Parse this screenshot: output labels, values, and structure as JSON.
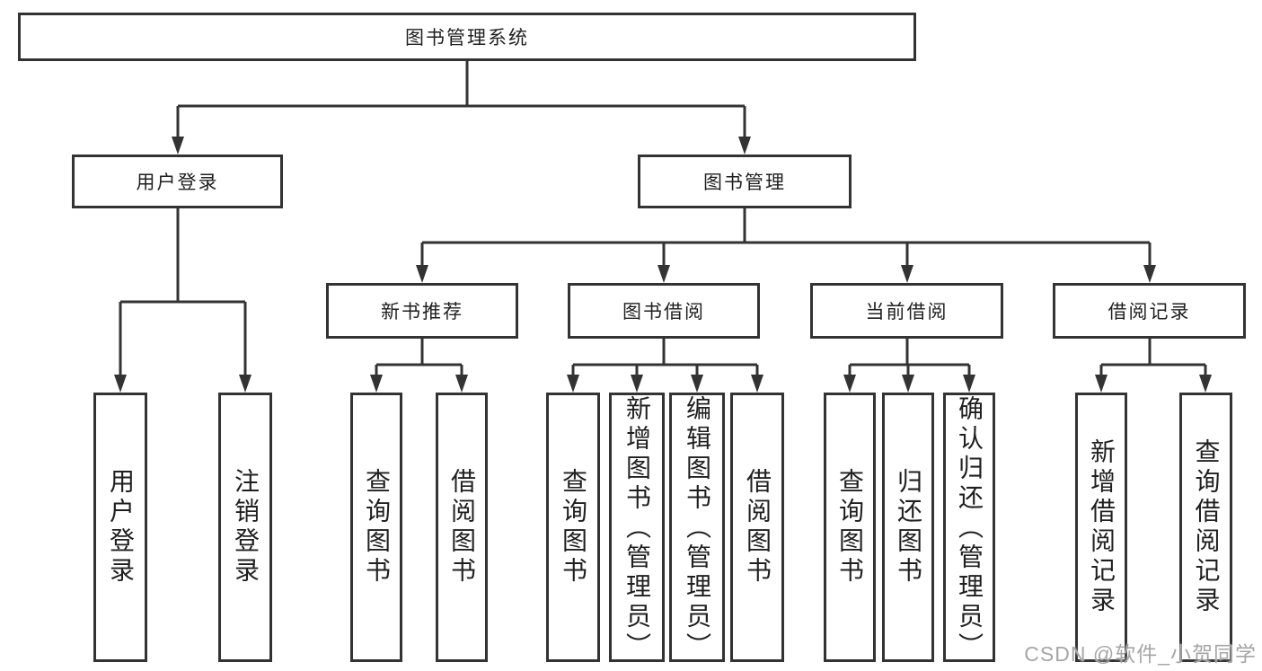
{
  "tree": {
    "root": {
      "label": "图书管理系统"
    },
    "branches": [
      {
        "label": "用户登录",
        "children": [
          {
            "label": "用户登录"
          },
          {
            "label": "注销登录"
          }
        ]
      },
      {
        "label": "图书管理",
        "children": [
          {
            "label": "新书推荐",
            "children": [
              {
                "label": "查询图书"
              },
              {
                "label": "借阅图书"
              }
            ]
          },
          {
            "label": "图书借阅",
            "children": [
              {
                "label": "查询图书"
              },
              {
                "label": "新增图书（管理员）"
              },
              {
                "label": "编辑图书（管理员）"
              },
              {
                "label": "借阅图书"
              }
            ]
          },
          {
            "label": "当前借阅",
            "children": [
              {
                "label": "查询图书"
              },
              {
                "label": "归还图书"
              },
              {
                "label": "确认归还（管理员）"
              }
            ]
          },
          {
            "label": "借阅记录",
            "children": [
              {
                "label": "新增借阅记录"
              },
              {
                "label": "查询借阅记录"
              }
            ]
          }
        ]
      }
    ]
  },
  "watermark": "CSDN @软件_小贺同学",
  "colors": {
    "line": "#333333",
    "box_border": "#333333",
    "text": "#1f1f1f",
    "watermark": "#a6a6a6",
    "background": "#ffffff"
  }
}
